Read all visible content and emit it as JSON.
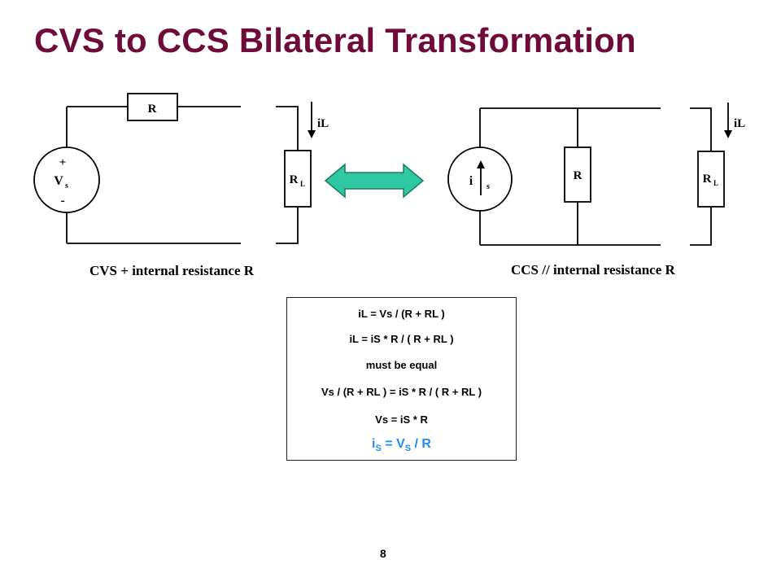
{
  "slide": {
    "title": "CVS to CCS Bilateral Transformation",
    "page_number": "8"
  },
  "left_circuit": {
    "resistor_label": "R",
    "source_plus": "+",
    "source_minus": "-",
    "source_label": "V",
    "source_sub": "s",
    "load_label": "R",
    "load_sub": "L",
    "current_label": "iL",
    "caption": "CVS + internal resistance R"
  },
  "right_circuit": {
    "source_label": "i",
    "source_sub": "s",
    "resistor_label": "R",
    "load_label": "R",
    "load_sub": "L",
    "current_label": "iL",
    "caption": "CCS // internal resistance R"
  },
  "arrow_color": "#2ec9a0",
  "equations": {
    "eq1": "iL = Vs / (R + RL )",
    "eq2": "iL = iS * R / ( R + RL )",
    "eq3": "must be equal",
    "eq4": "Vs / (R + RL ) =  iS * R / ( R + RL )",
    "eq5": "Vs =  iS * R",
    "final": {
      "i": "i",
      "i_sub": "S",
      "mid": " = V",
      "v_sub": "S",
      "tail": " / R"
    }
  }
}
